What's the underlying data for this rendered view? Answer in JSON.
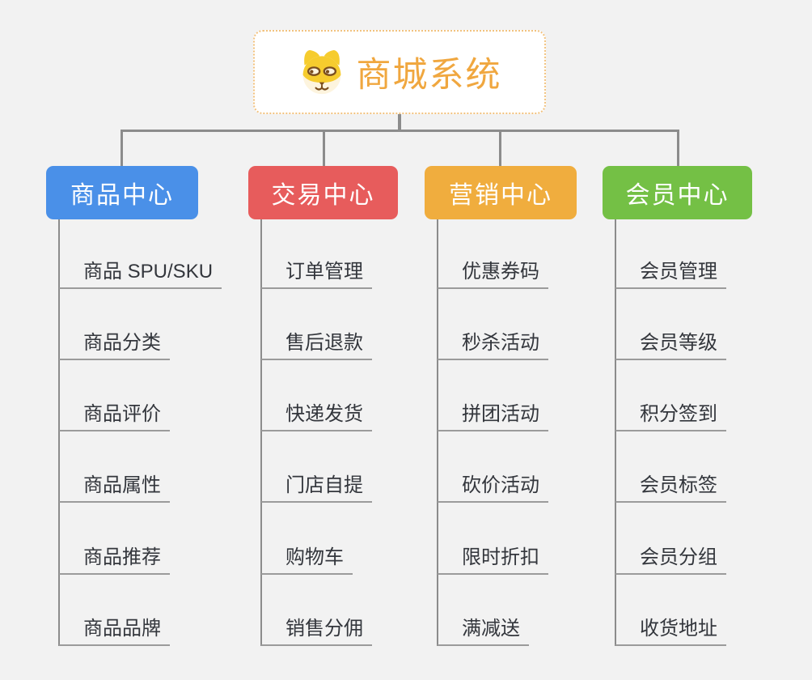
{
  "theme": {
    "background": "#F2F2F2",
    "connector": "#8C8C8C",
    "underline": "#9B9B9B",
    "leaf_text": "#33363C",
    "root_border": "#F2C27E",
    "root_text": "#F0A73F",
    "node_text": "#FFFFFF"
  },
  "root": {
    "label": "商城系统",
    "icon": "dog-face-icon"
  },
  "branches": [
    {
      "label": "商品中心",
      "color": "#4A90E8",
      "children": [
        "商品 SPU/SKU",
        "商品分类",
        "商品评价",
        "商品属性",
        "商品推荐",
        "商品品牌"
      ]
    },
    {
      "label": "交易中心",
      "color": "#E75C5C",
      "children": [
        "订单管理",
        "售后退款",
        "快递发货",
        "门店自提",
        "购物车",
        "销售分佣"
      ]
    },
    {
      "label": "营销中心",
      "color": "#F0AD3E",
      "children": [
        "优惠券码",
        "秒杀活动",
        "拼团活动",
        "砍价活动",
        "限时折扣",
        "满减送"
      ]
    },
    {
      "label": "会员中心",
      "color": "#74C045",
      "children": [
        "会员管理",
        "会员等级",
        "积分签到",
        "会员标签",
        "会员分组",
        "收货地址"
      ]
    }
  ]
}
